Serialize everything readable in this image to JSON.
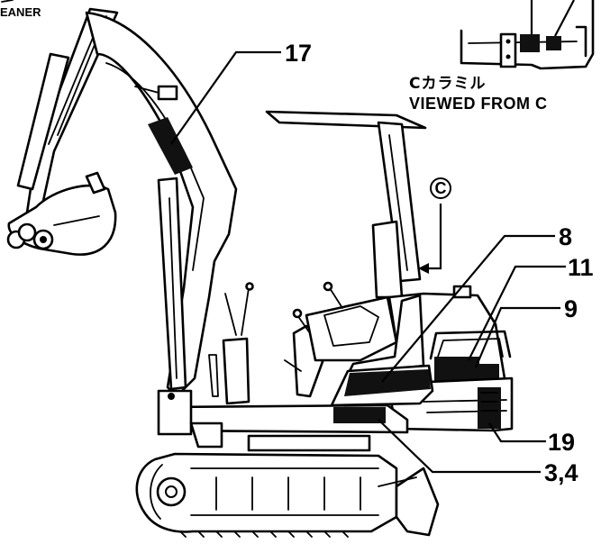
{
  "colors": {
    "line": "#000000",
    "background": "#ffffff",
    "decal": "#111111"
  },
  "top_left_text": "EANER",
  "view_c": {
    "label_jp": "Cカラミル",
    "label_en": "VIEWED FROM C"
  },
  "circled_marker": "C",
  "callouts": [
    {
      "id": "17",
      "label": "17"
    },
    {
      "id": "8",
      "label": "8"
    },
    {
      "id": "11",
      "label": "11"
    },
    {
      "id": "9",
      "label": "9"
    },
    {
      "id": "19",
      "label": "19"
    },
    {
      "id": "3-4",
      "label": "3,4"
    }
  ]
}
